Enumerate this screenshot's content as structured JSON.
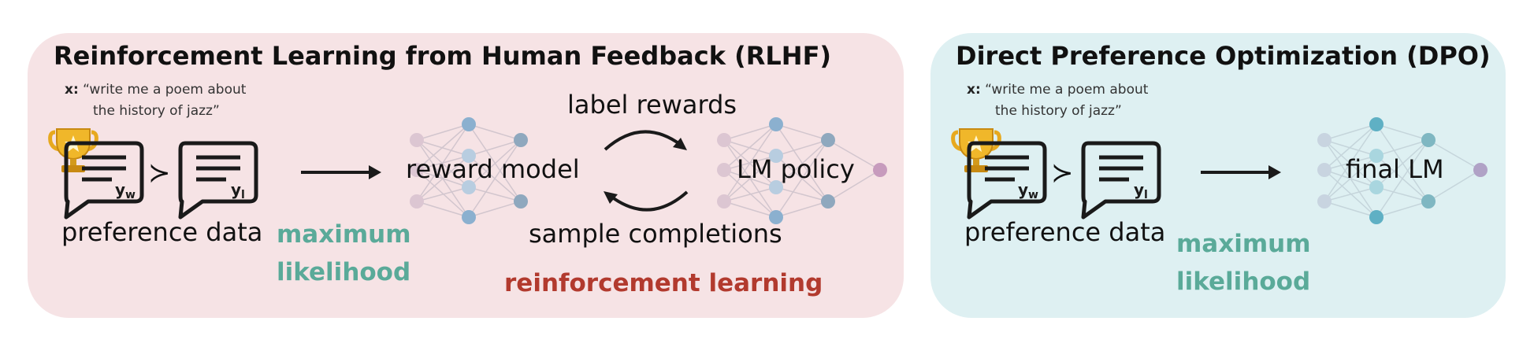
{
  "rlhf": {
    "title": "Reinforcement Learning from Human Feedback (RLHF)",
    "prompt_label": "x:",
    "prompt_line1": "“write me a poem about",
    "prompt_line2": "the history of jazz”",
    "preference_label": "preference data",
    "preferred_symbol": "y",
    "preferred_subscript": "w",
    "dispreferred_symbol": "y",
    "dispreferred_subscript": "l",
    "preference_operator": "≻",
    "ml_line1": "maximum",
    "ml_line2": "likelihood",
    "reward_model_label": "reward model",
    "label_rewards": "label rewards",
    "sample_completions": "sample completions",
    "lm_policy_label": "LM policy",
    "rl_label": "reinforcement learning"
  },
  "dpo": {
    "title": "Direct Preference Optimization (DPO)",
    "prompt_label": "x:",
    "prompt_line1": "“write me a poem about",
    "prompt_line2": "the history of jazz”",
    "preference_label": "preference data",
    "preferred_symbol": "y",
    "preferred_subscript": "w",
    "dispreferred_symbol": "y",
    "dispreferred_subscript": "l",
    "preference_operator": "≻",
    "ml_line1": "maximum",
    "ml_line2": "likelihood",
    "final_lm_label": "final LM"
  },
  "colors": {
    "rlhf_panel": "#f6e3e5",
    "dpo_panel": "#def0f2",
    "teal_text": "#5aaa99",
    "red_text": "#b23a2e",
    "trophy": "#e7a91f"
  }
}
